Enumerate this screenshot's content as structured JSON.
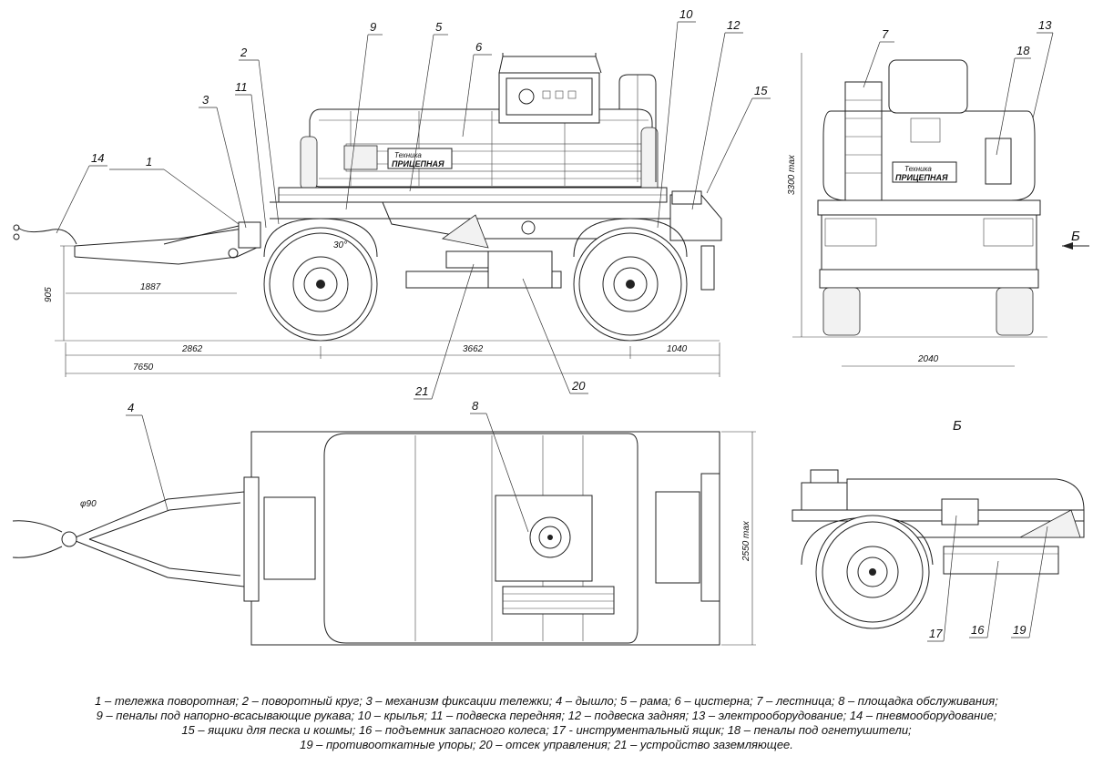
{
  "callouts": {
    "c1": "1",
    "c2": "2",
    "c3": "3",
    "c4": "4",
    "c5": "5",
    "c6": "6",
    "c7": "7",
    "c8": "8",
    "c9": "9",
    "c10": "10",
    "c11": "11",
    "c12": "12",
    "c13": "13",
    "c14": "14",
    "c15": "15",
    "c16": "16",
    "c17": "17",
    "c18": "18",
    "c19": "19",
    "c20": "20",
    "c21": "21"
  },
  "dimensions": {
    "d905": "905",
    "d1887": "1887",
    "d2862": "2862",
    "d3662": "3662",
    "d1040": "1040",
    "d7650": "7650",
    "d30": "30°",
    "d3300": "3300 max",
    "d2040": "2040",
    "d2550": "2550 max",
    "d90": "φ90"
  },
  "view_marks": {
    "arrow_b": "Б",
    "view_b": "Б"
  },
  "signage": {
    "brand": "Техника",
    "name": "ПРИЦЕПНАЯ"
  },
  "legend": [
    "1 – тележка поворотная; 2 – поворотный круг; 3 – механизм фиксации тележки; 4 – дышло; 5 – рама; 6 – цистерна; 7 – лестница; 8 – площадка обслуживания;",
    "9 – пеналы под напорно-всасывающие рукава; 10 – крылья; 11 – подвеска передняя; 12 – подвеска задняя; 13 – электрооборудование; 14 – пневмооборудование;",
    "15 – ящики для песка и кошмы; 16 – подъемник запасного колеса; 17 - инструментальный ящик; 18 – пеналы под огнетушители;",
    "19 – противооткатные упоры; 20 – отсек управления; 21 – устройство заземляющее."
  ]
}
